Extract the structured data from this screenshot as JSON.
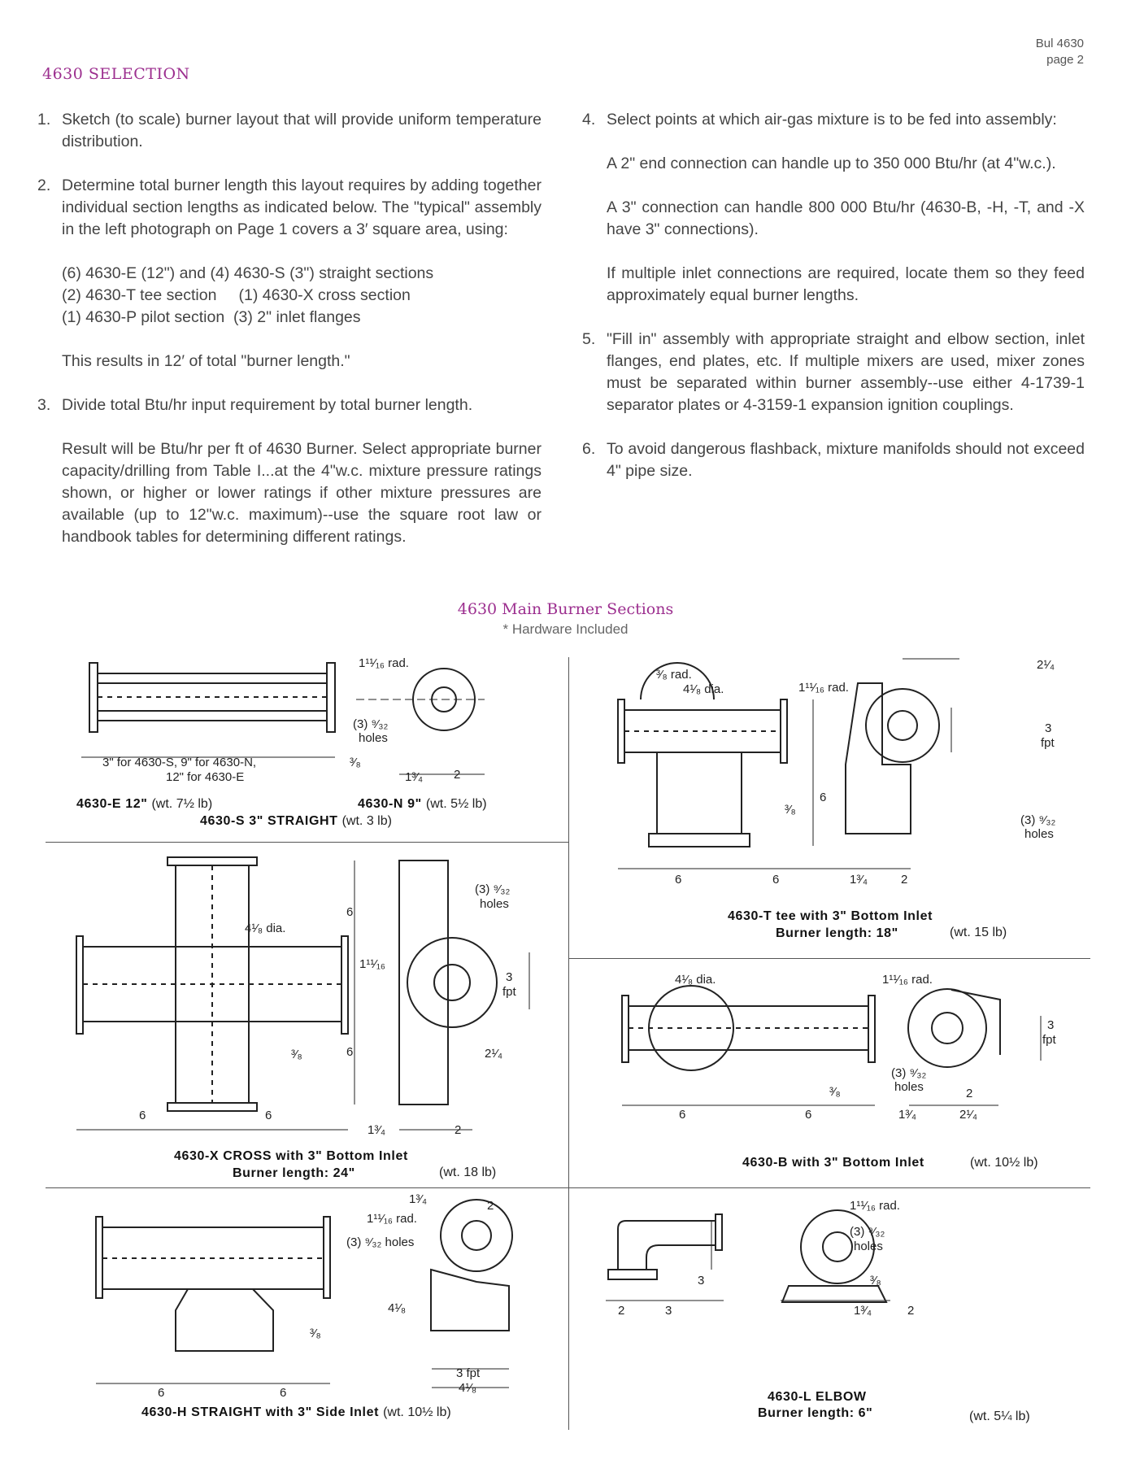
{
  "header": {
    "bulletin": "Bul 4630",
    "page": "page 2"
  },
  "section_title": "4630 SELECTION",
  "steps_left": [
    {
      "num": "1.",
      "text": "Sketch (to scale) burner layout that will provide uniform temperature distribution."
    },
    {
      "num": "2.",
      "text": "Determine total burner length this layout requires by adding together individual section lengths as indicated below. The \"typical\" assembly in the left photograph on Page 1 covers a 3′ square area, using:",
      "parts": [
        "(6) 4630-E (12\") and (4) 4630-S (3\") straight sections",
        "(2) 4630-T tee section     (1) 4630-X cross section",
        "(1) 4630-P pilot section  (3) 2\" inlet flanges"
      ],
      "note": "This results in 12′ of total \"burner length.\""
    },
    {
      "num": "3.",
      "text": "Divide total Btu/hr input requirement by total burner length.",
      "note": "Result will be Btu/hr per ft of 4630 Burner. Select appropriate burner capacity/drilling from Table I...at the 4\"w.c. mixture pressure ratings shown, or higher or lower ratings if other mixture pressures are available (up to 12\"w.c. maximum)--use the square root law or handbook tables for determining different ratings."
    }
  ],
  "steps_right": [
    {
      "num": "4.",
      "text": "Select points at which air-gas mixture is to be fed into assembly:",
      "p2": "A 2\" end connection can handle up to 350 000 Btu/hr (at 4\"w.c.).",
      "p3": "A 3\" connection can handle 800 000 Btu/hr (4630-B, -H, -T, and -X have 3\" connections).",
      "p4": "If multiple inlet connections are required, locate them so they feed approximately equal burner lengths."
    },
    {
      "num": "5.",
      "text": "\"Fill in\" assembly with appropriate straight and elbow section, inlet flanges, end plates, etc. If multiple mixers are used, mixer zones must be separated within burner assembly--use either 4-1739-1 separator plates or 4-3159-1 expansion ignition couplings."
    },
    {
      "num": "6.",
      "text": "To avoid dangerous flashback, mixture manifolds should not exceed 4\" pipe size."
    }
  ],
  "figures_title": "4630 Main Burner Sections",
  "figures_subtitle": "* Hardware Included",
  "figures": {
    "straight": {
      "cap_e": "4630-E 12\"",
      "wt_e": "(wt. 7½ lb)",
      "cap_n": "4630-N 9\"",
      "wt_n": "(wt. 5½ lb)",
      "cap_s": "4630-S 3\" STRAIGHT",
      "wt_s": "(wt. 3 lb)",
      "dims": [
        "1¹¹⁄₁₆ rad.",
        "(3) ⁹⁄₃₂",
        "holes",
        "3\" for 4630-S, 9\" for 4630-N,",
        "12\" for 4630-E",
        "³⁄₈",
        "1³⁄₄",
        "2"
      ]
    },
    "tee": {
      "cap1": "4630-T tee with 3\" Bottom Inlet",
      "cap2": "Burner length: 18\"",
      "wt": "(wt. 15 lb)",
      "dims": [
        "³⁄₈ rad.",
        "4¹⁄₈ dia.",
        "1¹¹⁄₁₆ rad.",
        "2¹⁄₄",
        "3",
        "fpt",
        "6",
        "³⁄₈",
        "(3) ⁹⁄₃₂",
        "holes",
        "6",
        "6",
        "1³⁄₄",
        "2"
      ]
    },
    "cross": {
      "cap1": "4630-X CROSS with 3\" Bottom Inlet",
      "cap2": "Burner length: 24\"",
      "wt": "(wt. 18 lb)",
      "dims": [
        "4¹⁄₈ dia.",
        "6",
        "6",
        "1¹¹⁄₁₆",
        "(3) ⁹⁄₃₂",
        "holes",
        "3",
        "fpt",
        "2¹⁄₄",
        "³⁄₈",
        "6",
        "6",
        "1³⁄₄",
        "2"
      ]
    },
    "bottom": {
      "cap1": "4630-B with 3\" Bottom Inlet",
      "wt": "(wt. 10½ lb)",
      "dims": [
        "4¹⁄₈ dia.",
        "1¹¹⁄₁₆ rad.",
        "3",
        "fpt",
        "(3) ⁹⁄₃₂",
        "holes",
        "³⁄₈",
        "2",
        "6",
        "6",
        "1³⁄₄",
        "2¹⁄₄"
      ]
    },
    "side": {
      "cap1": "4630-H STRAIGHT with 3\" Side Inlet",
      "wt": "(wt. 10½ lb)",
      "dims": [
        "1³⁄₄",
        "2",
        "1¹¹⁄₁₆ rad.",
        "(3) ⁹⁄₃₂ holes",
        "4¹⁄₈",
        "³⁄₈",
        "3 fpt",
        "4¹⁄₈",
        "6",
        "6"
      ]
    },
    "elbow": {
      "cap1": "4630-L ELBOW",
      "cap2": "Burner length: 6\"",
      "wt": "(wt. 5¼ lb)",
      "dims": [
        "1¹¹⁄₁₆ rad.",
        "(3) ⁹⁄₃₂",
        "holes",
        "3",
        "³⁄₈",
        "1³⁄₄",
        "2",
        "2",
        "3"
      ]
    }
  },
  "colors": {
    "accent": "#9c2f8f",
    "text": "#444444",
    "rule": "#555555"
  }
}
